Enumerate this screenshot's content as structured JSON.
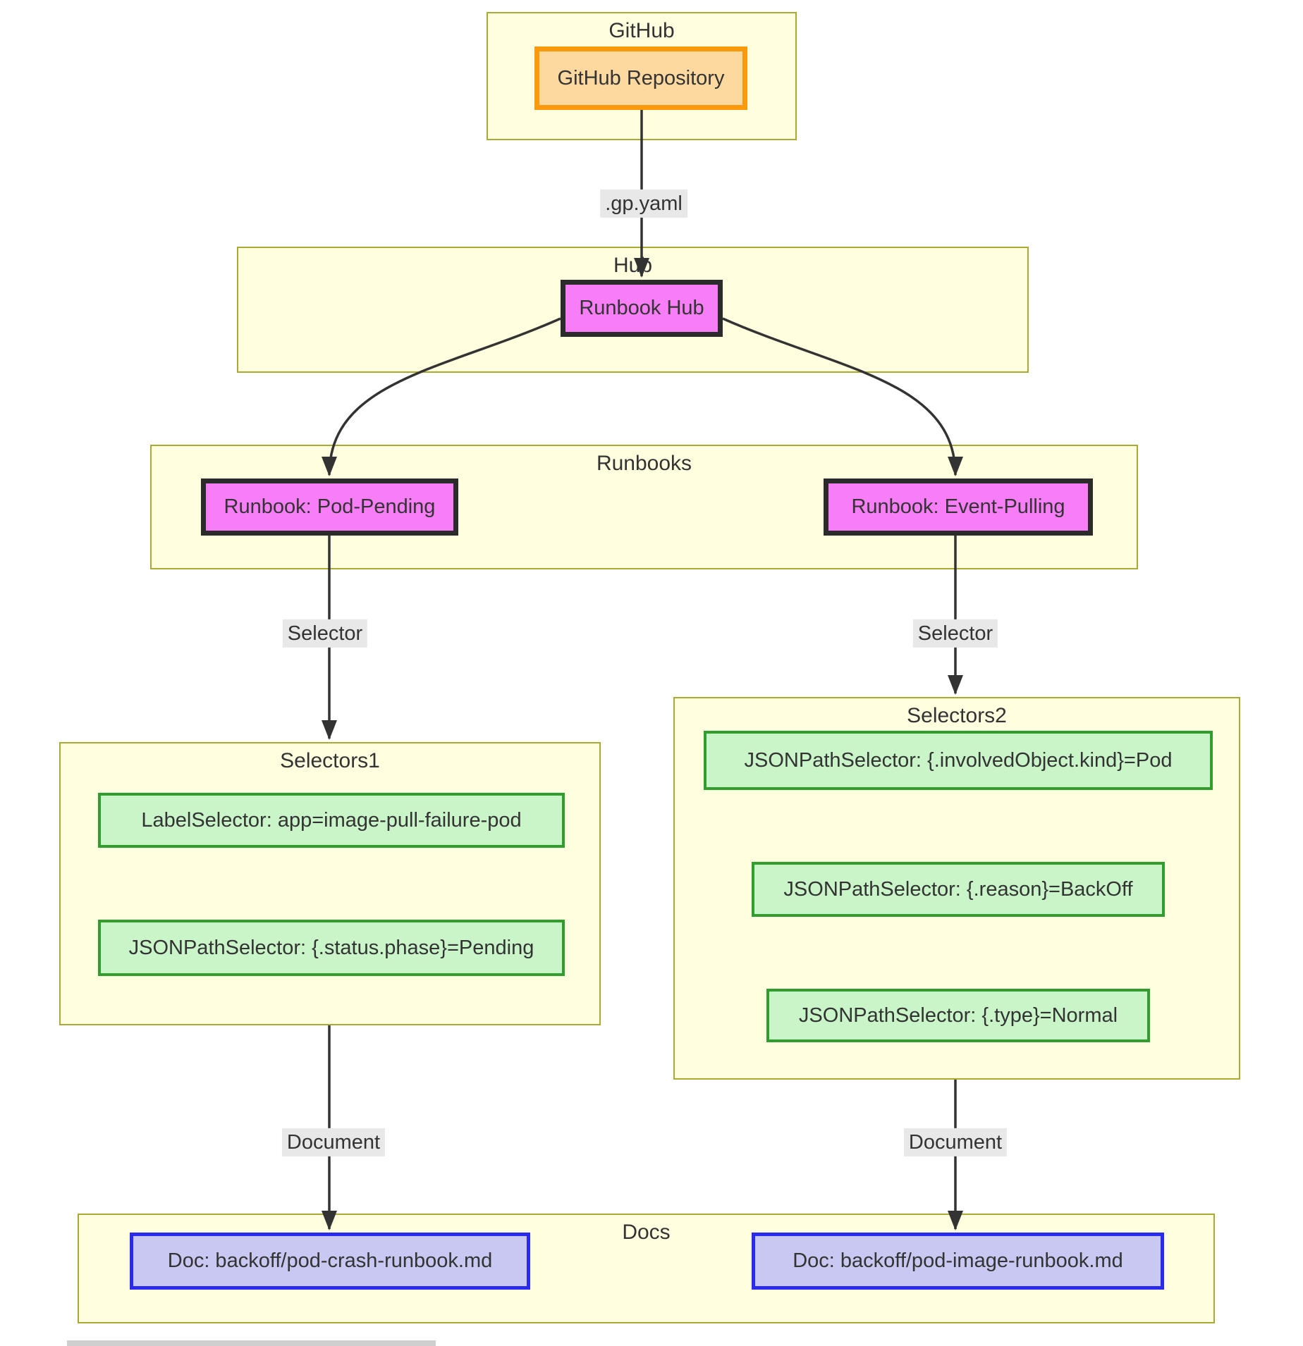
{
  "diagram": {
    "clusters": {
      "github": {
        "label": "GitHub"
      },
      "hub": {
        "label": "Hub"
      },
      "runbooks": {
        "label": "Runbooks"
      },
      "selectors1": {
        "label": "Selectors1"
      },
      "selectors2": {
        "label": "Selectors2"
      },
      "docs": {
        "label": "Docs"
      }
    },
    "nodes": {
      "github_repo": {
        "label": "GitHub Repository"
      },
      "runbook_hub": {
        "label": "Runbook Hub"
      },
      "pod_pending": {
        "label": "Runbook: Pod-Pending"
      },
      "event_pulling": {
        "label": "Runbook: Event-Pulling"
      },
      "label_selector_app": {
        "label": "LabelSelector: app=image-pull-failure-pod"
      },
      "jsonpath_status_pending": {
        "label": "JSONPathSelector: {.status.phase}=Pending"
      },
      "jsonpath_kind_pod": {
        "label": "JSONPathSelector: {.involvedObject.kind}=Pod"
      },
      "jsonpath_reason_backoff": {
        "label": "JSONPathSelector: {.reason}=BackOff"
      },
      "jsonpath_type_normal": {
        "label": "JSONPathSelector: {.type}=Normal"
      },
      "doc_pod_crash": {
        "label": "Doc: backoff/pod-crash-runbook.md"
      },
      "doc_pod_image": {
        "label": "Doc: backoff/pod-image-runbook.md"
      }
    },
    "edge_labels": {
      "gp_yaml": ".gp.yaml",
      "selector_left": "Selector",
      "selector_right": "Selector",
      "document_left": "Document",
      "document_right": "Document"
    },
    "colors": {
      "cluster_fill": "#ffffe0",
      "cluster_border": "#aaaa33",
      "text": "#333333",
      "github_node_fill": "#fdd9a0",
      "github_node_border": "#f99a0c",
      "runbook_node_fill": "#f87ef8",
      "runbook_node_border": "#2b2b2b",
      "selector_node_fill": "#c9f5c9",
      "selector_node_border": "#2f9e2f",
      "doc_node_fill": "#c8c8f2",
      "doc_node_border": "#2b2bf0",
      "edge_stroke": "#333333",
      "edge_label_bg": "#e8e8e8"
    }
  }
}
